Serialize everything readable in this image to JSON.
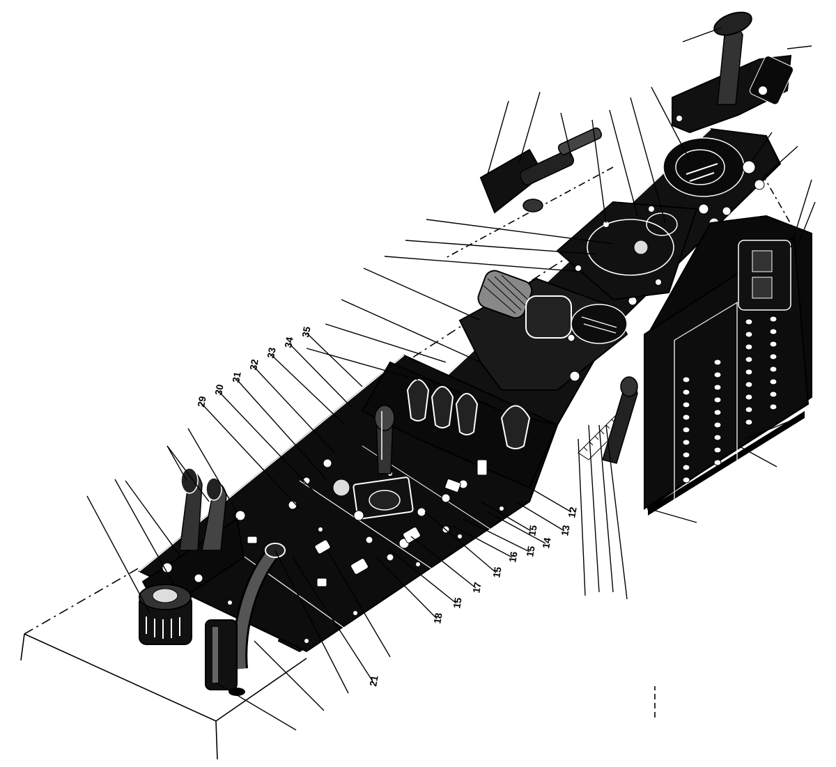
{
  "figure": {
    "callouts": [
      {
        "id": "c35",
        "text": "35"
      },
      {
        "id": "c34",
        "text": "34"
      },
      {
        "id": "c33",
        "text": "33"
      },
      {
        "id": "c32",
        "text": "32"
      },
      {
        "id": "c31",
        "text": "31"
      },
      {
        "id": "c30",
        "text": "30"
      },
      {
        "id": "c29",
        "text": "29"
      },
      {
        "id": "c12",
        "text": "12"
      },
      {
        "id": "c13",
        "text": "13"
      },
      {
        "id": "c14",
        "text": "14"
      },
      {
        "id": "c15a",
        "text": "15"
      },
      {
        "id": "c15b",
        "text": "15"
      },
      {
        "id": "c16",
        "text": "16"
      },
      {
        "id": "c15c",
        "text": "15"
      },
      {
        "id": "c17",
        "text": "17"
      },
      {
        "id": "c15d",
        "text": "15"
      },
      {
        "id": "c18",
        "text": "18"
      },
      {
        "id": "c21",
        "text": "21"
      }
    ],
    "colors": {
      "ink": "#000000",
      "paper": "#ffffff"
    }
  }
}
